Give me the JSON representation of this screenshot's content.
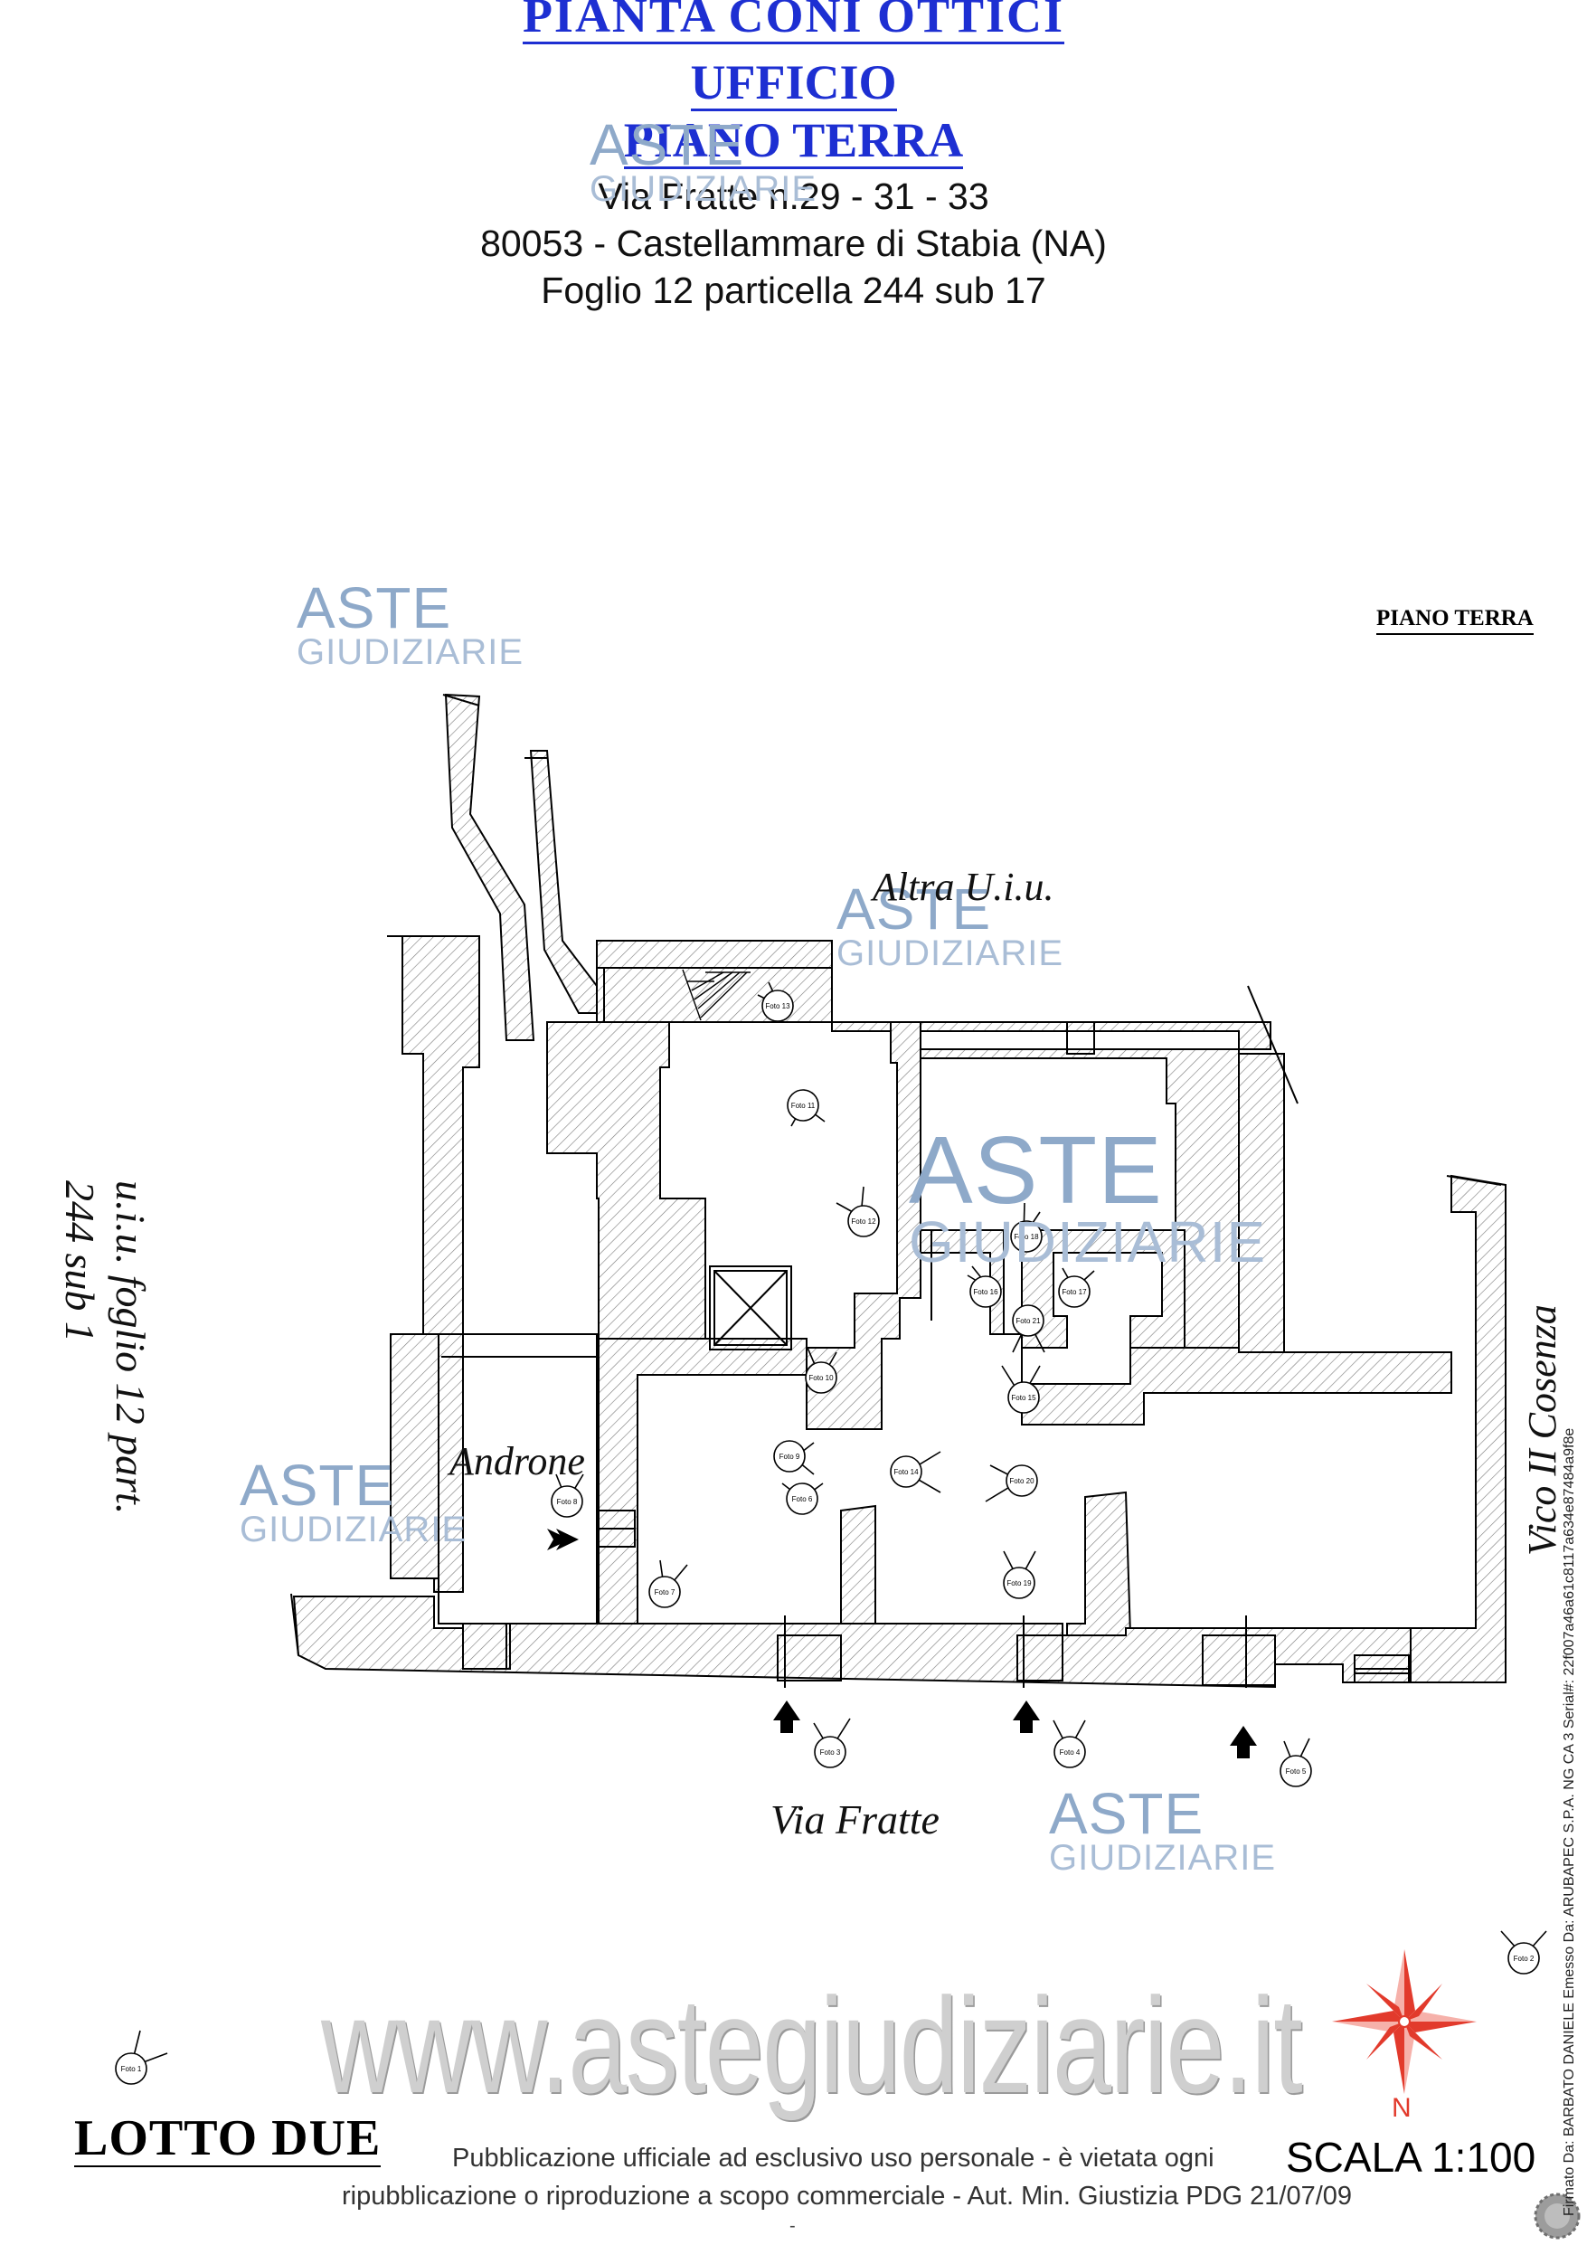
{
  "header": {
    "title_line1": "PIANTA CONI OTTICI",
    "title_line2": "UFFICIO",
    "title_line3": "PIANO TERRA",
    "address_line1": "Via Fratte n.29 - 31 - 33",
    "address_line2": "80053 - Castellammare di Stabia (NA)",
    "address_line3": "Foglio 12 particella 244 sub 17"
  },
  "plan": {
    "floor_label": "PIANO TERRA",
    "labels": {
      "altra": "Altra U.i.u.",
      "androne": "Androne",
      "via_fratte": "Via Fratte",
      "vico": "Vico II Cosenza",
      "uiu_line1": "u.i.u. foglio 12 part.",
      "uiu_line2": "244 sub 1"
    },
    "photos": [
      "Foto 1",
      "Foto 2",
      "Foto 3",
      "Foto 4",
      "Foto 5",
      "Foto 6",
      "Foto 7",
      "Foto 8",
      "Foto 9",
      "Foto 10",
      "Foto 11",
      "Foto 12",
      "Foto 13",
      "Foto 14",
      "Foto 15",
      "Foto 16",
      "Foto 17",
      "Foto 18",
      "Foto 19",
      "Foto 20",
      "Foto 21"
    ],
    "compass_label": "N",
    "scale": "SCALA 1:100"
  },
  "footer": {
    "lotto": "LOTTO DUE",
    "publication_line1": "Pubblicazione ufficiale ad esclusivo uso personale - è vietata ogni",
    "publication_line2": "ripubblicazione o riproduzione a scopo commerciale - Aut. Min. Giustizia PDG 21/07/09",
    "website": "www.astegiudiziarie.it",
    "signature": "Firmato Da: BARBATO DANIELE Emesso Da: ARUBAPEC S.P.A. NG CA 3 Serial#: 22f007a46a61c8117a634e87484a9f8e",
    "dash": "-"
  },
  "watermark": {
    "word1": "ASTE",
    "word2": "GIUDIZIARIE"
  },
  "colors": {
    "title_blue": "#1d2fd2",
    "compass_red": "#e23a2c",
    "watermark_blue": "#8ea9c9"
  }
}
